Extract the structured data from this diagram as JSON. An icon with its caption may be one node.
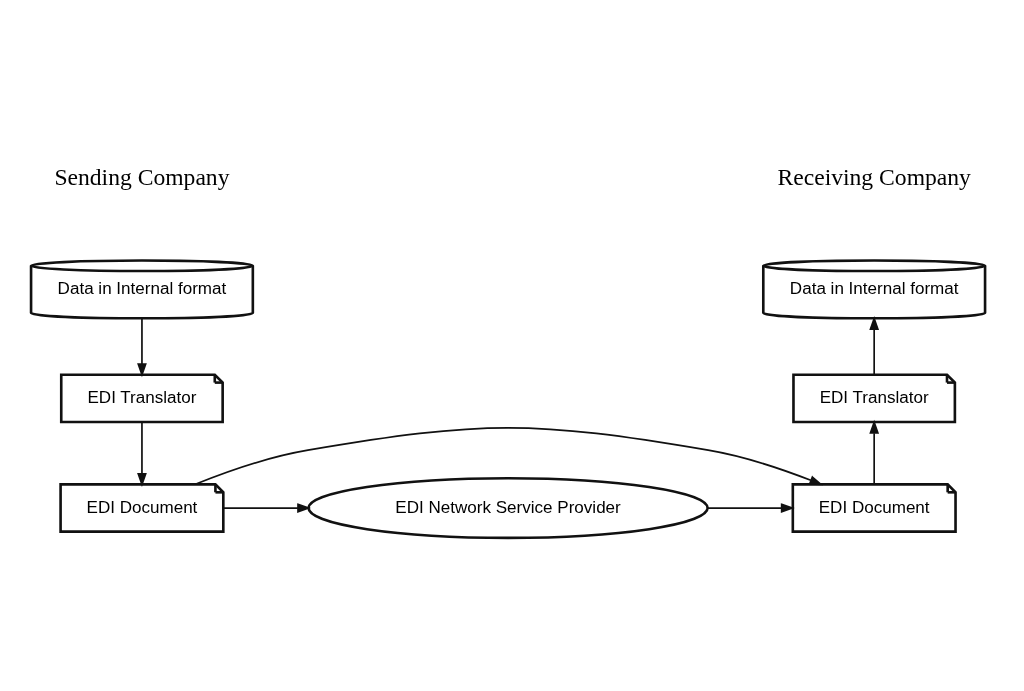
{
  "diagram": {
    "nodes": [
      {
        "text": [
          "Data in Internal format"
        ]
      },
      {
        "text": [
          "EDI Translator"
        ]
      },
      {
        "text": [
          "EDI Document"
        ]
      },
      {
        "text": [
          "EDI Network Service Provider"
        ]
      },
      {
        "text": [
          "EDI Document"
        ]
      },
      {
        "text": [
          "EDI Translator"
        ]
      },
      {
        "text": [
          "Data in Internal format"
        ]
      }
    ],
    "edges": [
      {
        "from": 0,
        "to": 1,
        "arrow": "to"
      },
      {
        "from": 1,
        "to": 2,
        "arrow": "to"
      },
      {
        "from": 2,
        "to": 3,
        "arrow": "to"
      },
      {
        "from": 3,
        "to": 4,
        "arrow": "to"
      },
      {
        "from": 2,
        "to": 4,
        "arrow": "to"
      },
      {
        "from": 4,
        "to": 5,
        "arrow": "to"
      },
      {
        "from": 5,
        "to": 6,
        "arrow": "to"
      }
    ],
    "labels": [
      "Sending Company",
      "Receiving Company"
    ]
  }
}
